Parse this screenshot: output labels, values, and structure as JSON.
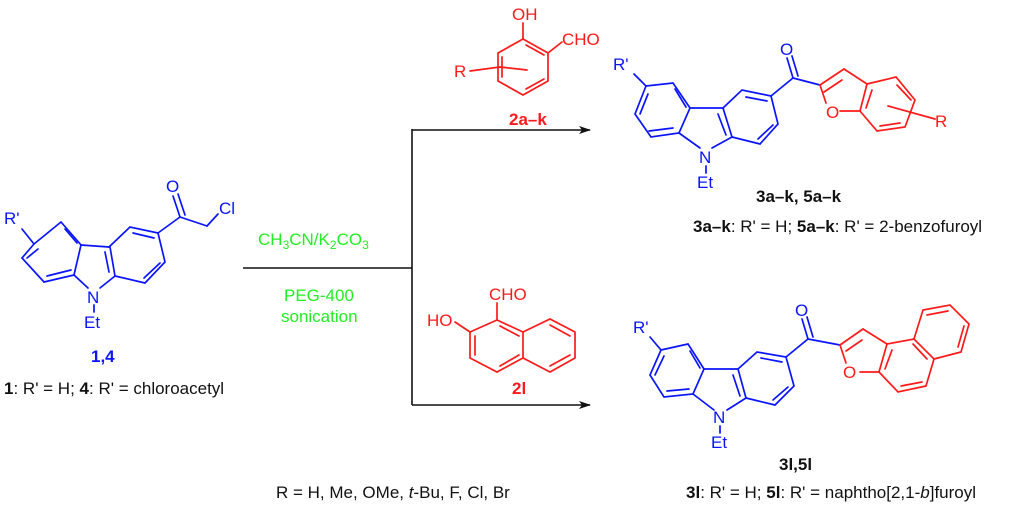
{
  "colors": {
    "carbazole": "#0a14ff",
    "aldehyde": "#ff1a1a",
    "conditions": "#22ee22",
    "text": "#111111"
  },
  "starting_material": {
    "compound_label": "1,4",
    "r_prime": "R'",
    "carbonyl_o": "O",
    "chloro": "Cl",
    "nitrogen": "N",
    "ethyl": "Et",
    "legend_1": "1",
    "legend_1_text": ": R' = H; ",
    "legend_4": "4",
    "legend_4_text": ": R' = chloroacetyl"
  },
  "conditions": {
    "solvent_base_prefix": "CH",
    "solvent_base_sub1": "3",
    "solvent_base_mid": "CN/K",
    "solvent_base_sub2": "2",
    "solvent_base_mid2": "CO",
    "solvent_base_sub3": "3",
    "medium": "PEG-400",
    "method": "sonication"
  },
  "reagent_top": {
    "compound_label": "2a–k",
    "oh": "OH",
    "cho": "CHO",
    "r": "R"
  },
  "reagent_bottom": {
    "compound_label": "2l",
    "cho": "CHO",
    "ho": "HO"
  },
  "product_top": {
    "compound_label": "3a–k, 5a–k",
    "r_prime": "R'",
    "carbonyl_o": "O",
    "furan_o": "O",
    "r": "R",
    "nitrogen": "N",
    "ethyl": "Et",
    "legend_a": "3a–k",
    "legend_a_text": ": R' = H; ",
    "legend_b": "5a–k",
    "legend_b_text": ": R' = 2-benzofuroyl"
  },
  "product_bottom": {
    "compound_label": "3l,5l",
    "r_prime": "R'",
    "carbonyl_o": "O",
    "furan_o": "O",
    "nitrogen": "N",
    "ethyl": "Et",
    "legend_a": "3l",
    "legend_a_text": ": R' = H; ",
    "legend_b": "5l",
    "legend_b_text_1": ": R' = naphtho[2,1-",
    "legend_b_italic": "b",
    "legend_b_text_2": "]furoyl"
  },
  "substituents": {
    "prefix": "R = H, Me, OMe, ",
    "italic_t": "t",
    "suffix": "-Bu, F, Cl, Br"
  }
}
